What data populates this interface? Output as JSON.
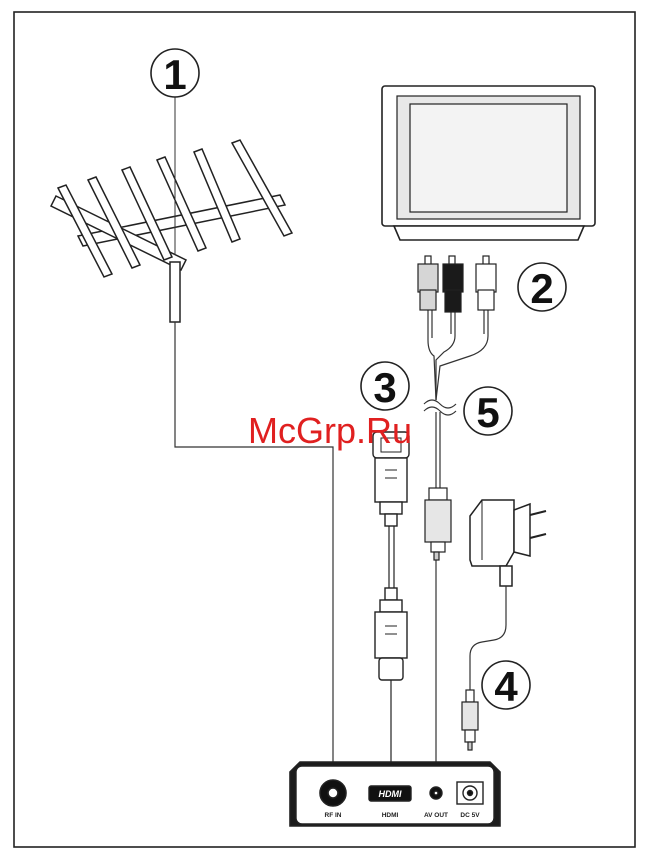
{
  "callouts": [
    "1",
    "2",
    "3",
    "4",
    "5"
  ],
  "watermark": "McGrp.Ru",
  "ports": {
    "rf_in": "RF IN",
    "hdmi_logo": "HDMI",
    "hdmi_label": "HDMI",
    "av_out": "AV OUT",
    "dc_5v": "DC 5V"
  },
  "colors": {
    "line": "#222222",
    "watermark": "#e02020",
    "plug_black": "#1a1a1a",
    "plug_grey": "#d6d6d6",
    "tv_screen": "#f3f3f3"
  }
}
